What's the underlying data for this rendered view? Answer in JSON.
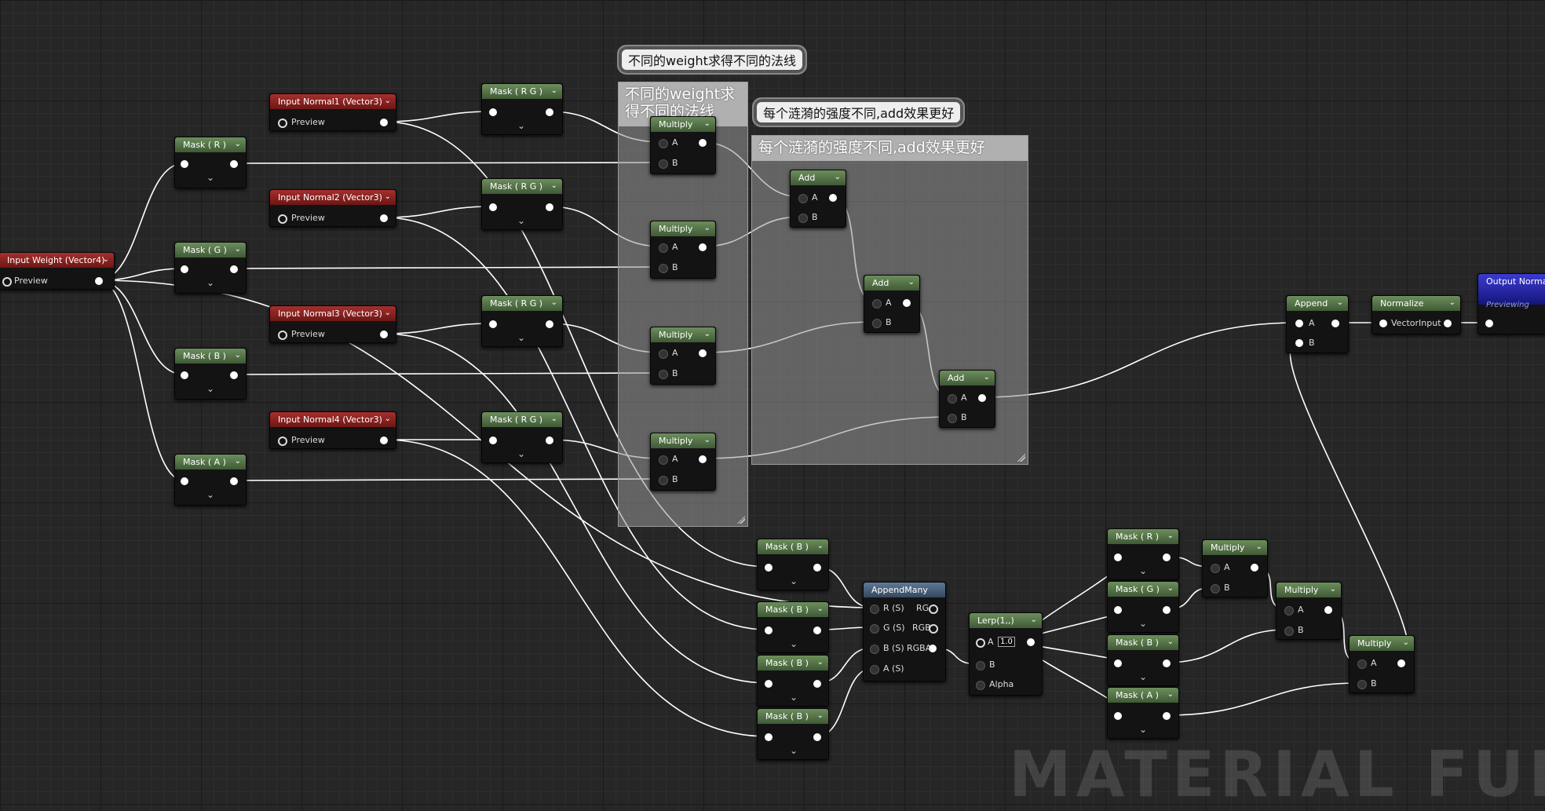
{
  "comments": {
    "weights_box": "不同的weight求得不同的法线",
    "weights_bubble": "不同的weight求得不同的法线",
    "add_box": "每个涟漪的强度不同,add效果更好",
    "add_bubble": "每个涟漪的强度不同,add效果更好"
  },
  "input_weight": {
    "title": "Input Weight (Vector4)",
    "pin": "Preview"
  },
  "input_normals": [
    {
      "title": "Input Normal1 (Vector3)",
      "pin": "Preview"
    },
    {
      "title": "Input Normal2 (Vector3)",
      "pin": "Preview"
    },
    {
      "title": "Input Normal3 (Vector3)",
      "pin": "Preview"
    },
    {
      "title": "Input Normal4 (Vector3)",
      "pin": "Preview"
    }
  ],
  "weight_masks": [
    "Mask ( R )",
    "Mask ( G )",
    "Mask ( B )",
    "Mask ( A )"
  ],
  "rg_masks": [
    "Mask ( R G )",
    "Mask ( R G )",
    "Mask ( R G )",
    "Mask ( R G )"
  ],
  "multiply": {
    "title": "Multiply",
    "a": "A",
    "b": "B"
  },
  "add": {
    "title": "Add",
    "a": "A",
    "b": "B"
  },
  "append": {
    "title": "Append",
    "a": "A",
    "b": "B"
  },
  "normalize": {
    "title": "Normalize",
    "pin": "VectorInput"
  },
  "output": {
    "title": "Output Normal",
    "sub": "Previewing"
  },
  "b_masks": [
    "Mask ( B )",
    "Mask ( B )",
    "Mask ( B )",
    "Mask ( B )"
  ],
  "append_many": {
    "title": "AppendMany",
    "r": "R (S)",
    "g": "G (S)",
    "b": "B (S)",
    "a": "A (S)",
    "rg": "RG",
    "rgb": "RGB",
    "rgba": "RGBA"
  },
  "lerp": {
    "title": "Lerp(1,,)",
    "a": "A",
    "a_value": "1.0",
    "b": "B",
    "alpha": "Alpha"
  },
  "bottom_masks": [
    "Mask ( R )",
    "Mask ( G )",
    "Mask ( B )",
    "Mask ( A )"
  ],
  "watermark": "MATERIAL FUNCTION",
  "colors": {
    "mask_header": "#4f6d45",
    "param_header": "#8b2220",
    "output_header": "#2626a8",
    "wire": "#ffffff"
  }
}
